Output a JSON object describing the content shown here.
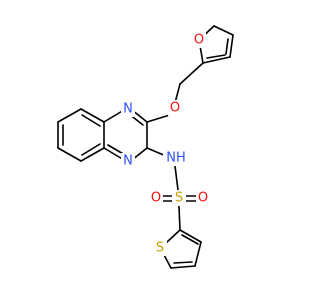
{
  "structure": {
    "atoms": {
      "furan_o": {
        "symbol": "O",
        "color": "#ff0d0d"
      },
      "ether_o": {
        "symbol": "O",
        "color": "#ff0d0d"
      },
      "quin_n1": {
        "symbol": "N",
        "color": "#3050f8"
      },
      "quin_n4": {
        "symbol": "N",
        "color": "#3050f8"
      },
      "amide_nh": {
        "symbol": "NH",
        "color": "#3050f8"
      },
      "sulfur_s": {
        "symbol": "S",
        "color": "#c8a000"
      },
      "sulfonyl_o1": {
        "symbol": "O",
        "color": "#ff0d0d"
      },
      "sulfonyl_o2": {
        "symbol": "O",
        "color": "#ff0d0d"
      },
      "thiophene_s": {
        "symbol": "S",
        "color": "#c8a000"
      }
    },
    "bond_color": "#000000"
  }
}
